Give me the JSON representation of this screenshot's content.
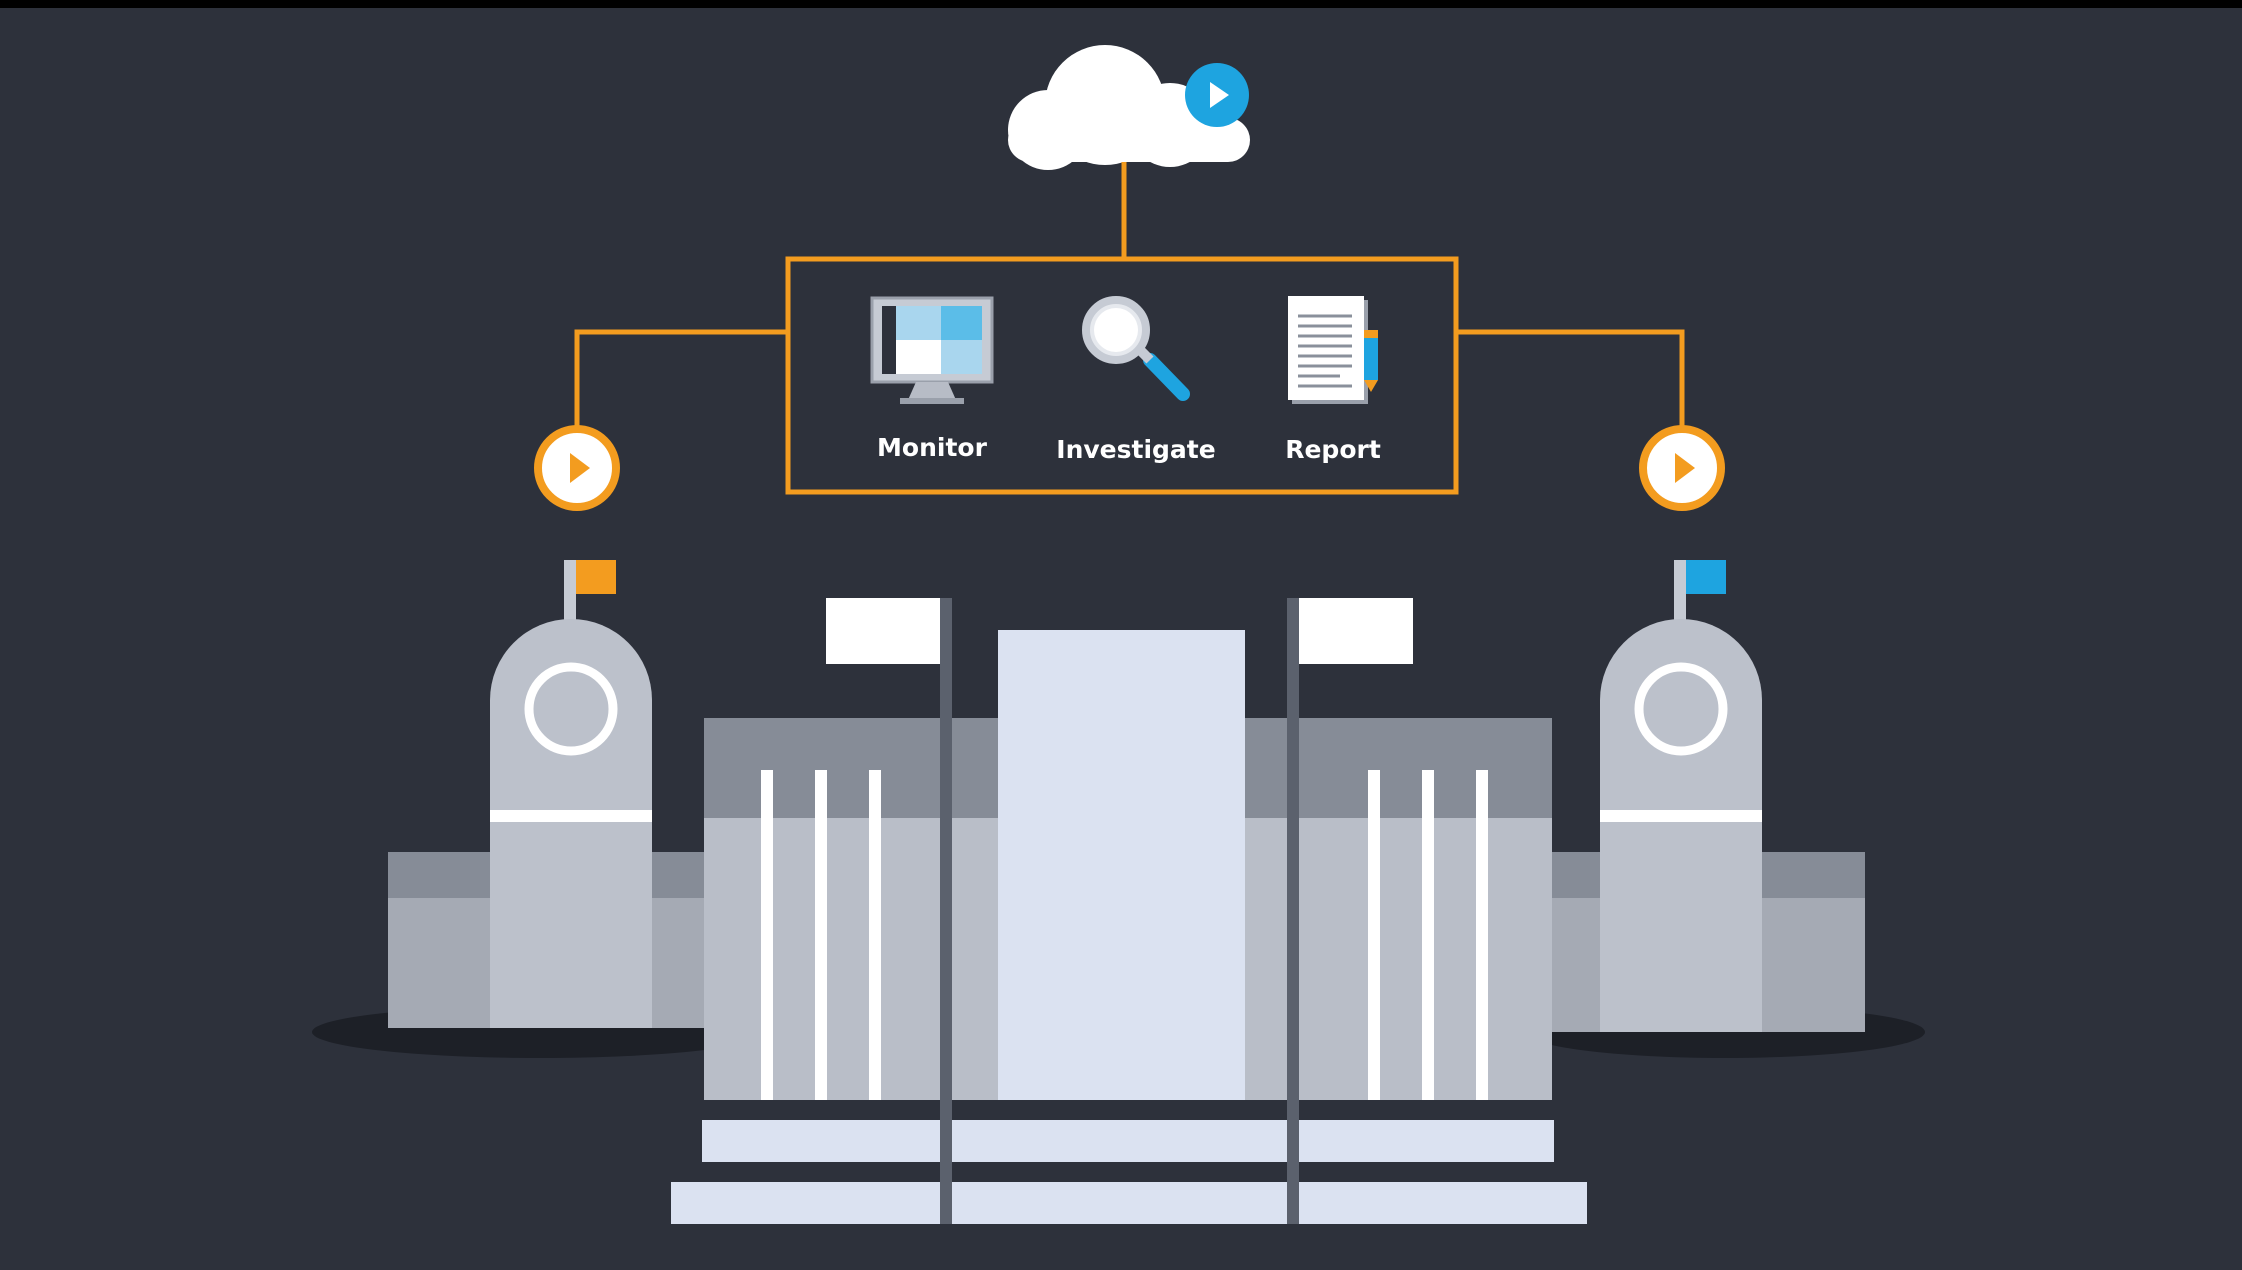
{
  "diagram": {
    "steps": [
      {
        "id": "monitor",
        "label": "Monitor",
        "icon": "monitor-icon"
      },
      {
        "id": "investigate",
        "label": "Investigate",
        "icon": "magnifier-icon"
      },
      {
        "id": "report",
        "label": "Report",
        "icon": "document-icon"
      }
    ],
    "cloud_icon": "cloud-icon",
    "play_icon": "play-icon"
  },
  "colors": {
    "background": "#2d313b",
    "accent_orange": "#f39c1f",
    "accent_blue": "#1ea4e0",
    "label_text": "#ffffff"
  }
}
